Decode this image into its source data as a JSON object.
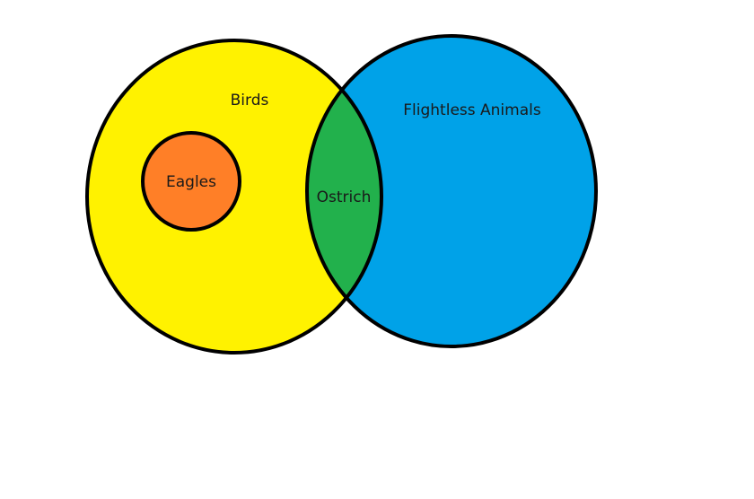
{
  "venn": {
    "sets": [
      {
        "id": "birds",
        "label": "Birds",
        "color": "#fff200"
      },
      {
        "id": "flightless",
        "label": "Flightless Animals",
        "color": "#00a2e8"
      }
    ],
    "intersection": {
      "label": "Ostrich",
      "color": "#22b14c"
    },
    "subset": {
      "label": "Eagles",
      "parent": "birds",
      "color": "#ff7f27"
    },
    "outline_color": "#000000"
  }
}
